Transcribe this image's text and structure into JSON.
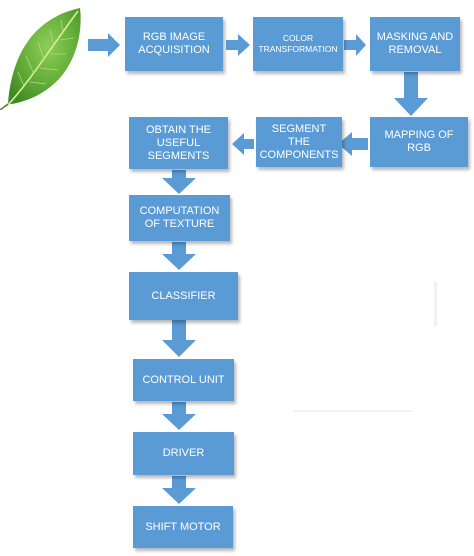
{
  "diagram": {
    "nodes": {
      "rgb_acquisition": "RGB IMAGE\nACQUISITION",
      "color_transformation": "COLOR\nTRANSFORMATION",
      "masking_removal": "MASKING AND\nREMOVAL",
      "mapping_rgb": "MAPPING OF RGB",
      "segment_components": "SEGMENT THE\nCOMPONENTS",
      "obtain_segments": "OBTAIN THE\nUSEFUL\nSEGMENTS",
      "computation_texture": "COMPUTATION\nOF TEXTURE",
      "classifier": "CLASSIFIER",
      "control_unit": "CONTROL UNIT",
      "driver": "DRIVER",
      "shift_motor": "SHIFT MOTOR"
    },
    "colors": {
      "box_fill": "#5b9bd5",
      "box_text": "#ffffff",
      "leaf": "#6ab33e"
    },
    "icons": {
      "input_image": "leaf-icon"
    }
  }
}
